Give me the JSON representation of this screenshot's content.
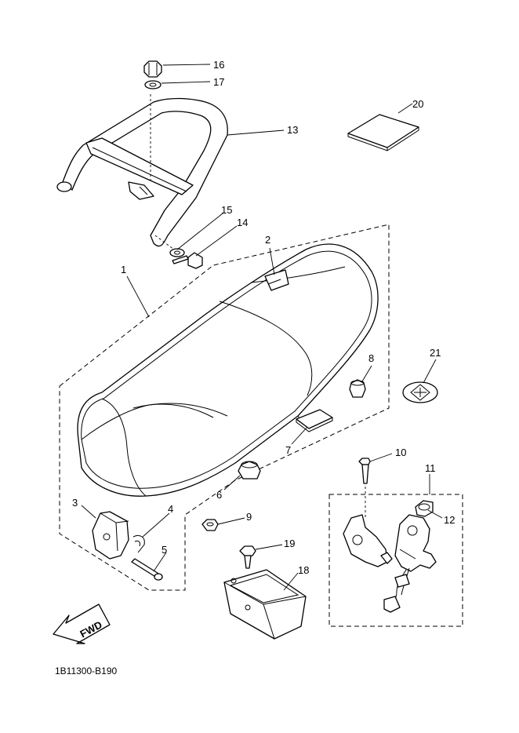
{
  "diagram_code": "1B11300-B190",
  "direction_label": "FWD",
  "callouts": {
    "c1": "1",
    "c2": "2",
    "c3": "3",
    "c4": "4",
    "c5": "5",
    "c6": "6",
    "c7": "7",
    "c8": "8",
    "c9": "9",
    "c10": "10",
    "c11": "11",
    "c12": "12",
    "c13": "13",
    "c14": "14",
    "c15": "15",
    "c16": "16",
    "c17": "17",
    "c18": "18",
    "c19": "19",
    "c20": "20",
    "c21": "21"
  }
}
